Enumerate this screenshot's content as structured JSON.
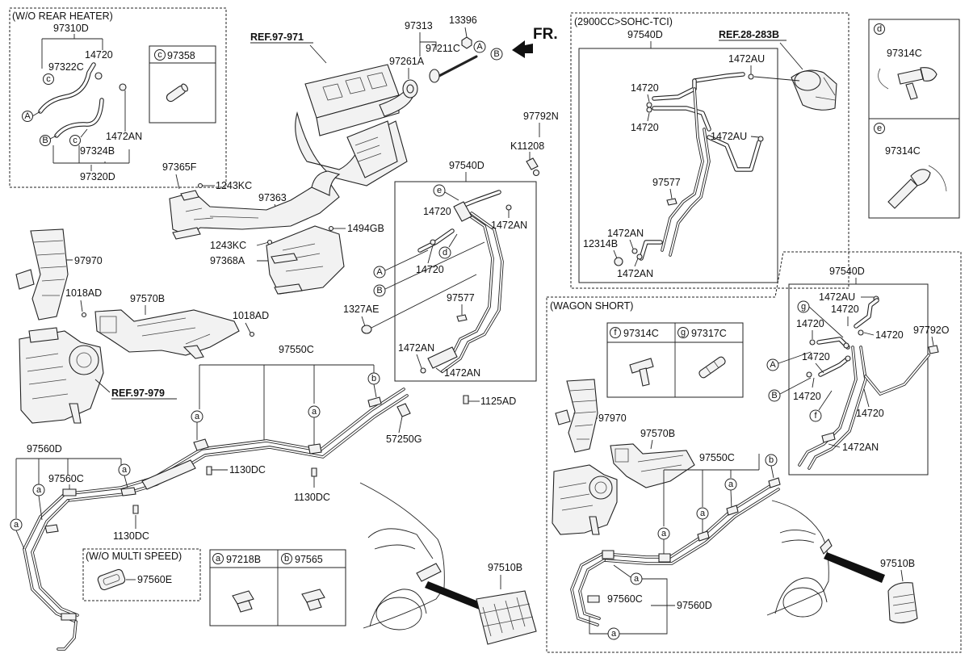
{
  "refs": {
    "ref_97_971": "REF.97-971",
    "ref_97_979": "REF.97-979",
    "ref_28_283b": "REF.28-283B",
    "front": "FR."
  },
  "boxes": {
    "wo_rear_heater": "(W/O REAR HEATER)",
    "engine_2900": "(2900CC>SOHC-TCI)",
    "wagon_short": "(WAGON SHORT)",
    "wo_multi_speed": "(W/O MULTI SPEED)"
  },
  "legend": {
    "c": {
      "letter": "c",
      "part": "97358"
    },
    "d": {
      "letter": "d",
      "part": "97314C"
    },
    "e": {
      "letter": "e",
      "part": "97314C"
    },
    "a": {
      "letter": "a",
      "part": "97218B"
    },
    "b": {
      "letter": "b",
      "part": "97565"
    },
    "f": {
      "letter": "f",
      "part": "97314C"
    },
    "g": {
      "letter": "g",
      "part": "97317C"
    }
  },
  "circle_letters": {
    "A": "A",
    "B": "B",
    "a": "a",
    "b": "b",
    "c": "c",
    "d": "d",
    "e": "e",
    "f": "f",
    "g": "g"
  },
  "labels": {
    "p97310D": "97310D",
    "p97322C": "97322C",
    "p14720": "14720",
    "p1472AN": "1472AN",
    "p97324B": "97324B",
    "p97320D": "97320D",
    "p97313": "97313",
    "p13396": "13396",
    "p97211C": "97211C",
    "p97261A": "97261A",
    "p97365F": "97365F",
    "p1243KC": "1243KC",
    "p97363": "97363",
    "p1494GB": "1494GB",
    "p97368A": "97368A",
    "p97970": "97970",
    "p1018AD": "1018AD",
    "p97570B": "97570B",
    "p97792N": "97792N",
    "pK11208": "K11208",
    "p97540D": "97540D",
    "p1327AE": "1327AE",
    "p97577": "97577",
    "p1125AD": "1125AD",
    "p57250G": "57250G",
    "p97550C": "97550C",
    "p97560D": "97560D",
    "p97560C": "97560C",
    "p1130DC": "1130DC",
    "p97560E": "97560E",
    "p97510B": "97510B",
    "p1472AU": "1472AU",
    "p12314B": "12314B",
    "p97792O": "97792O"
  }
}
